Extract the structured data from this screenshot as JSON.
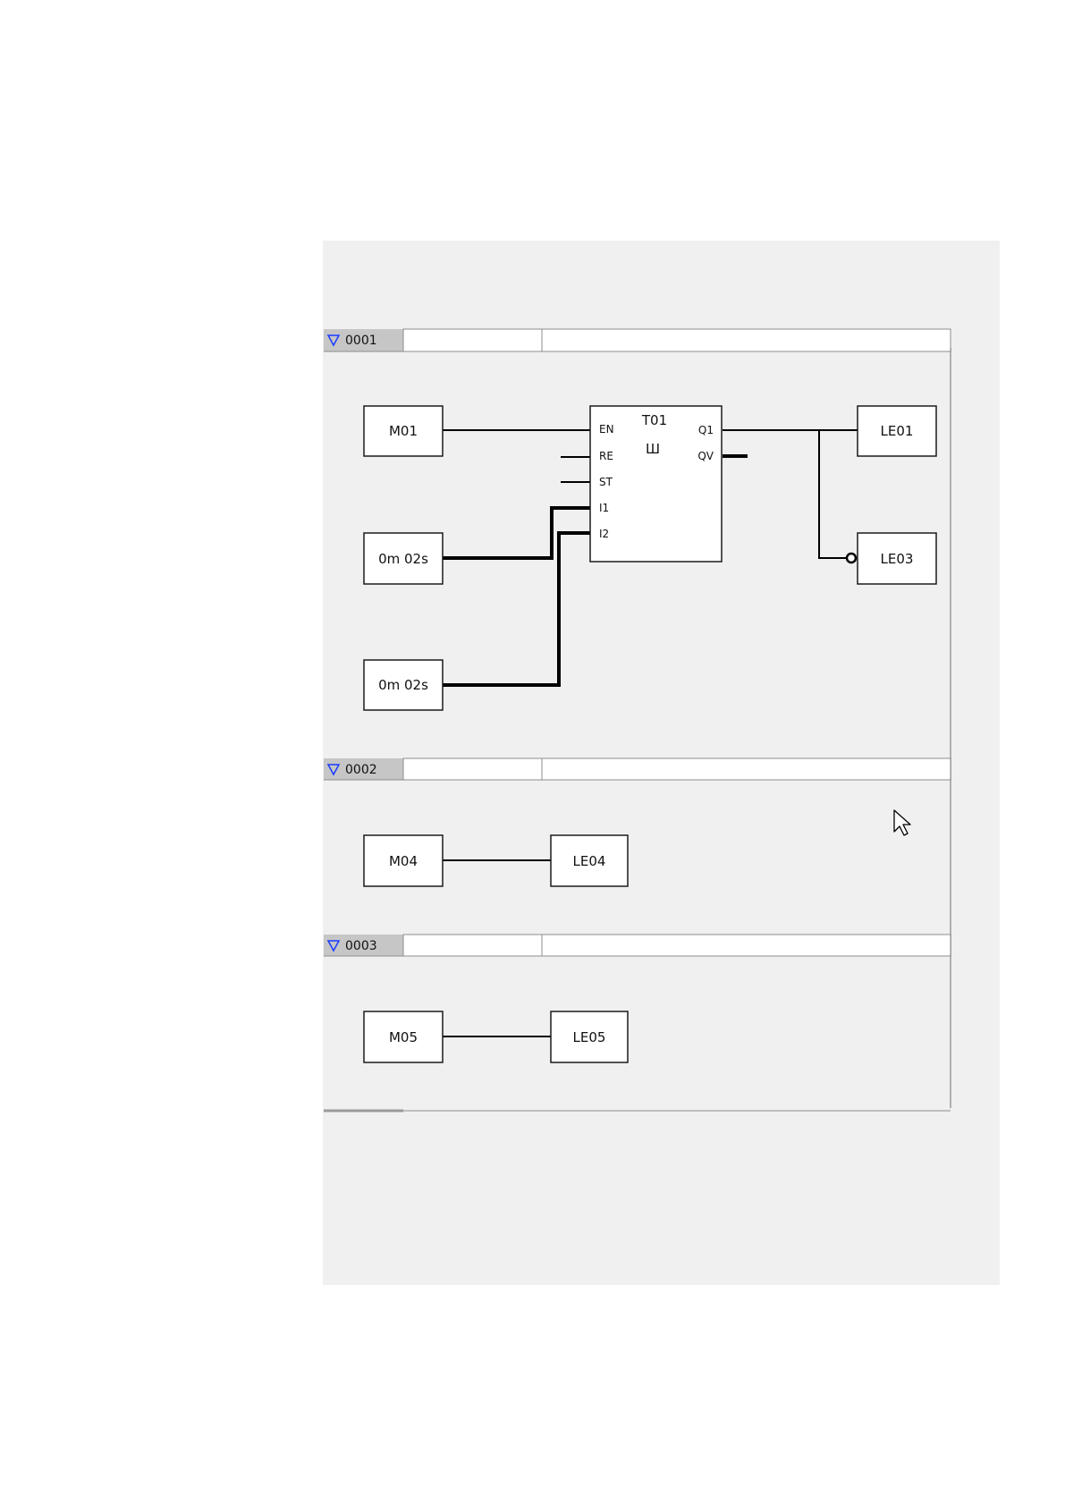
{
  "rungs": [
    {
      "number": "0001",
      "elements": {
        "input_contact": "M01",
        "timer_in1": "0m 02s",
        "timer_in2": "0m 02s",
        "timer": {
          "name": "T01",
          "mode_symbol": "Ш",
          "pins_in": [
            "EN",
            "RE",
            "ST",
            "I1",
            "I2"
          ],
          "pins_out": [
            "Q1",
            "QV"
          ]
        },
        "output_1": "LE01",
        "output_2": "LE03"
      }
    },
    {
      "number": "0002",
      "elements": {
        "input_contact": "M04",
        "output": "LE04"
      }
    },
    {
      "number": "0003",
      "elements": {
        "input_contact": "M05",
        "output": "LE05"
      }
    }
  ],
  "icons": {
    "rung_collapse": "triangle-down-icon",
    "cursor": "mouse-pointer-icon",
    "negation": "negation-circle-icon"
  },
  "colors": {
    "panel_bg": "#f0f0f0",
    "header_gray": "#c6c6c6",
    "triangle_blue": "#1a3cff"
  }
}
